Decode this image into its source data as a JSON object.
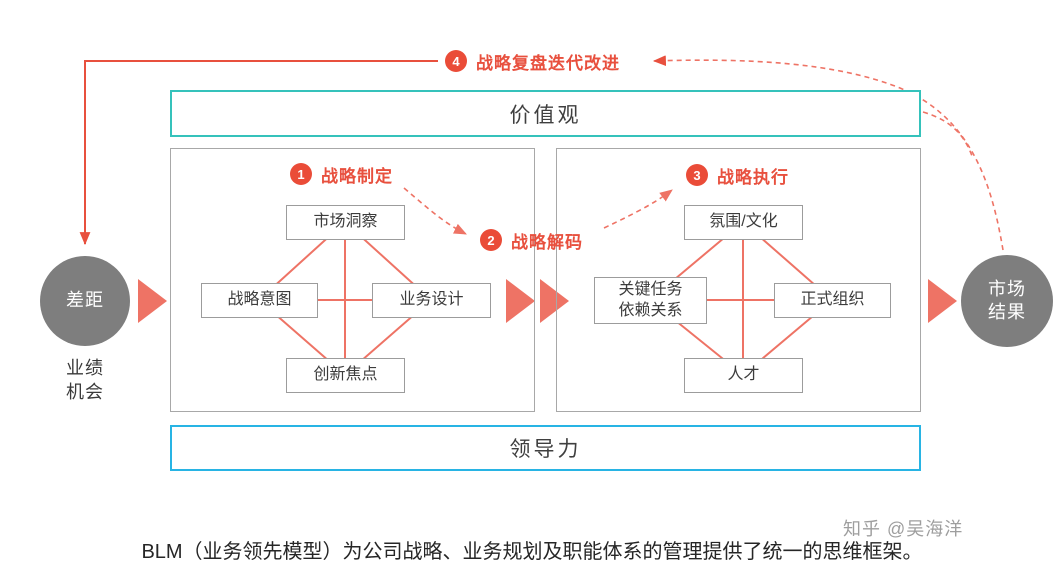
{
  "feedback": {
    "badge": "4",
    "label": "战略复盘迭代改进"
  },
  "values_bar": {
    "label": "价值观"
  },
  "leadership_bar": {
    "label": "领导力"
  },
  "left_panel": {
    "badge": "1",
    "title": "战略制定",
    "nodes": {
      "top": "市场洞察",
      "left": "战略意图",
      "right": "业务设计",
      "bottom": "创新焦点"
    }
  },
  "decode_label": {
    "badge": "2",
    "label": "战略解码"
  },
  "right_panel": {
    "badge": "3",
    "title": "战略执行",
    "nodes": {
      "top": "氛围/文化",
      "left_line1": "关键任务",
      "left_line2": "依赖关系",
      "right": "正式组织",
      "bottom": "人才"
    }
  },
  "gap": {
    "circle_label": "差距",
    "sub_line1": "业绩",
    "sub_line2": "机会"
  },
  "result": {
    "line1": "市场",
    "line2": "结果"
  },
  "caption": "BLM（业务领先模型）为公司战略、业务规划及职能体系的管理提供了统一的思维框架。",
  "watermark": "知乎 @吴海洋",
  "colors": {
    "accent_red": "#e8503e",
    "accent_salmon": "#ee7365",
    "values_border_teal": "#35c2bb",
    "leadership_border_cyan": "#28b4e4",
    "circle_gray": "#7e7e7e"
  }
}
